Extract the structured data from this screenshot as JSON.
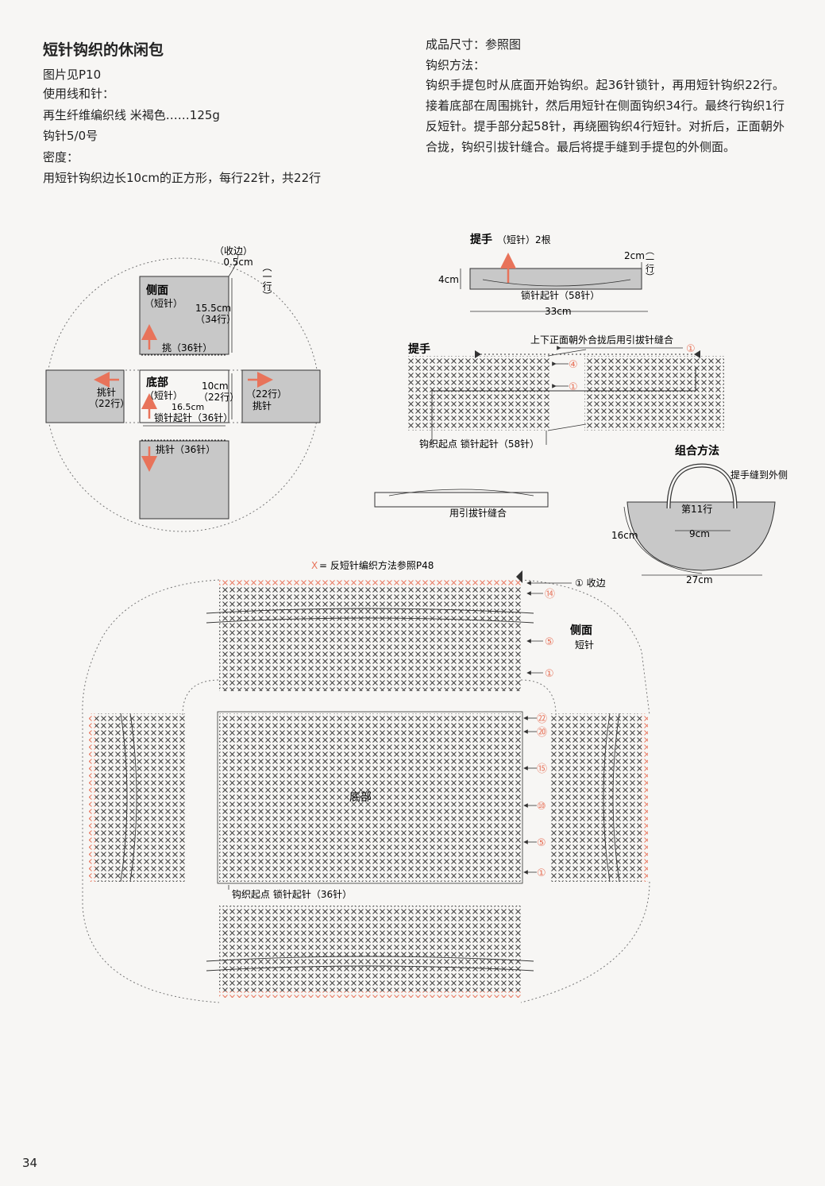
{
  "header": {
    "title": "短针钩织的休闲包",
    "picture_ref": "图片见P10",
    "materials_heading": "使用线和针：",
    "yarn": "再生纤维编织线 米褐色……125g",
    "hook": "钩针5/0号",
    "gauge_heading": "密度：",
    "gauge": "用短针钩织边长10cm的正方形，每行22针，共22行",
    "size": "成品尺寸：参照图",
    "method_heading": "钩织方法：",
    "method": "钩织手提包时从底面开始钩织。起36针锁针，再用短针钩织22行。接着底部在周围挑针，然后用短针在侧面钩织34行。最终行钩织1行反短针。提手部分起58针，再绕圈钩织4行短针。对折后，正面朝外合拢，钩织引拔针缝合。最后将提手缝到手提包的外侧面。"
  },
  "schematic": {
    "finish_label": "（收边）",
    "finish_size": "0.5cm",
    "row_one": "（一行）",
    "side_title": "侧面",
    "sc": "（短针）",
    "side_height": "15.5cm",
    "side_rows": "（34行）",
    "pick_36": "挑（36针）",
    "base_title": "底部",
    "base_height": "10cm",
    "base_rows": "（22行）",
    "base_width": "16.5cm",
    "base_chain": "锁针起针（36针）",
    "pick_label": "挑针",
    "rows_22": "（22行）",
    "pick_36b": "挑针（36针）"
  },
  "handle": {
    "title": "提手",
    "sub": "（短针）2根",
    "row_one": "（一行）",
    "width": "2cm",
    "height": "4cm",
    "chain": "锁针起针（58针）",
    "length": "33cm",
    "chart_title": "提手",
    "join_note": "上下正面朝外合拢后用引拔针缝合",
    "start": "钩织起点  锁针起针（58针）",
    "sew_note": "用引拔针缝合",
    "rows": [
      "①",
      "④",
      "①"
    ]
  },
  "assembly": {
    "title": "组合方法",
    "sew": "提手缝到外侧",
    "row11": "第11行",
    "w9": "9cm",
    "h16": "16cm",
    "w27": "27cm"
  },
  "main_chart": {
    "legend": "= 反短针编织方法参照P48",
    "finish": "① 收边",
    "side_title": "侧面",
    "side_sub": "短针",
    "base_title": "底部",
    "start": "钩织起点  锁针起针（36针）",
    "side_rows": [
      "⑭",
      "⑤",
      "①"
    ],
    "base_rows": [
      "㉒",
      "⑳",
      "⑮",
      "⑩",
      "⑤",
      "①"
    ]
  },
  "page_number": "34",
  "colors": {
    "accent": "#e8735a",
    "panel": "#c8c8c8",
    "line": "#333333"
  }
}
